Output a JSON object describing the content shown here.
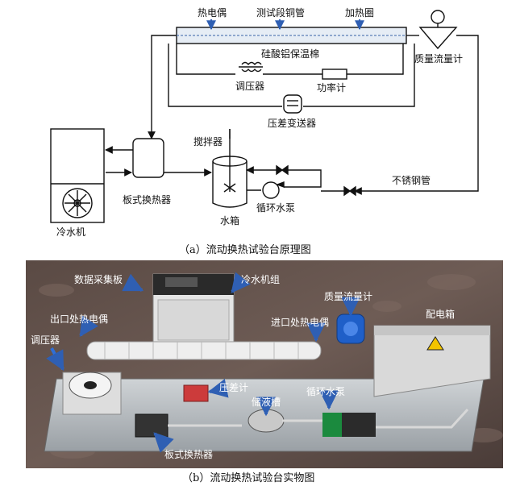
{
  "schematic": {
    "labels": {
      "thermocouple": "热电偶",
      "test_pipe": "测试段铜管",
      "heating_coil": "加热圈",
      "insulation": "硅酸铝保温棉",
      "flowmeter": "质量流量计",
      "voltage_regulator": "调压器",
      "power_meter": "功率计",
      "dp_transmitter": "压差变送器",
      "stirrer": "搅拌器",
      "plate_hx": "板式换热器",
      "water_tank": "水箱",
      "pump": "循环水泵",
      "ss_pipe": "不锈钢管",
      "chiller": "冷水机"
    },
    "caption": "（a）流动换热试验台原理图"
  },
  "photo": {
    "labels": {
      "daq": "数据采集板",
      "chiller_unit": "冷水机组",
      "mass_flowmeter": "质量流量计",
      "outlet_tc": "出口处热电偶",
      "inlet_tc": "进口处热电偶",
      "distribution_box": "配电箱",
      "regulator": "调压器",
      "dp_meter": "压差计",
      "reservoir": "储液槽",
      "pump": "循环水泵",
      "plate_hx": "板式换热器"
    },
    "caption": "（b）流动换热试验台实物图"
  }
}
